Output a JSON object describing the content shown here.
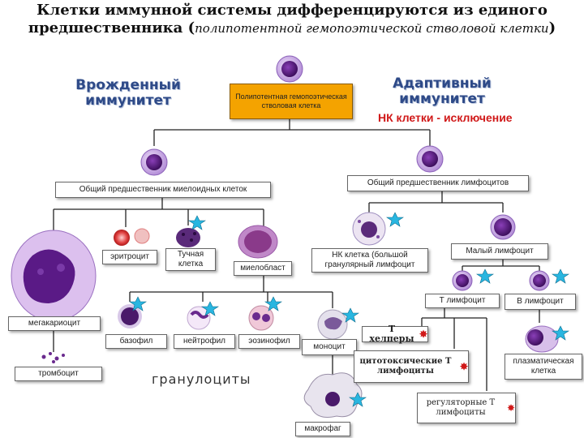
{
  "title": {
    "line1": "Клетки иммунной системы дифференцируются из единого",
    "line2_main": "предшественника (",
    "line2_italic": "полипотентной гемопоэтической стволовой клетки",
    "line2_end": ")"
  },
  "innate": {
    "line1": "Врожденный",
    "line2": "иммунитет"
  },
  "adaptive": {
    "line1": "Адаптивный",
    "line2": "иммунитет"
  },
  "nk_exception": "НК клетки - исключение",
  "boxes": {
    "stem": "Полипотентная гемопоэтическая стволовая клетка",
    "myeloid": "Общий предшественник миелоидных клеток",
    "lymphoid": "Общий предшественник лимфоцитов",
    "erythrocyte": "эритроцит",
    "mast": "Тучная клетка",
    "myeloblast": "миелобласт",
    "nk_cell": "НК клетка (большой гранулярный лимфоцит",
    "small_lymph": "Малый лимфоцит",
    "t_lymph": "Т лимфоцит",
    "b_lymph": "В лимфоцит",
    "megakaryocyte": "мегакариоцит",
    "basophil": "базофил",
    "neutrophil": "нейтрофил",
    "eosinophil": "эозинофил",
    "monocyte": "моноцит",
    "platelet": "тромбоцит",
    "t_helpers": "Т хелперы",
    "cytotoxic": "цитотоксические Т лимфоциты",
    "plasma": "плазматическая клетка",
    "regulatory": "регуляторные Т лимфоциты",
    "macrophage": "макрофаг"
  },
  "granulocytes": "гранулоциты",
  "colors": {
    "gold_box": "#f4a300",
    "label_blue": "#2e4a88",
    "red_accent": "#d01818",
    "cell_purple": "#6a2a8e",
    "cell_membrane": "#c9a8e6",
    "cyan_star": "#29b6e0"
  }
}
